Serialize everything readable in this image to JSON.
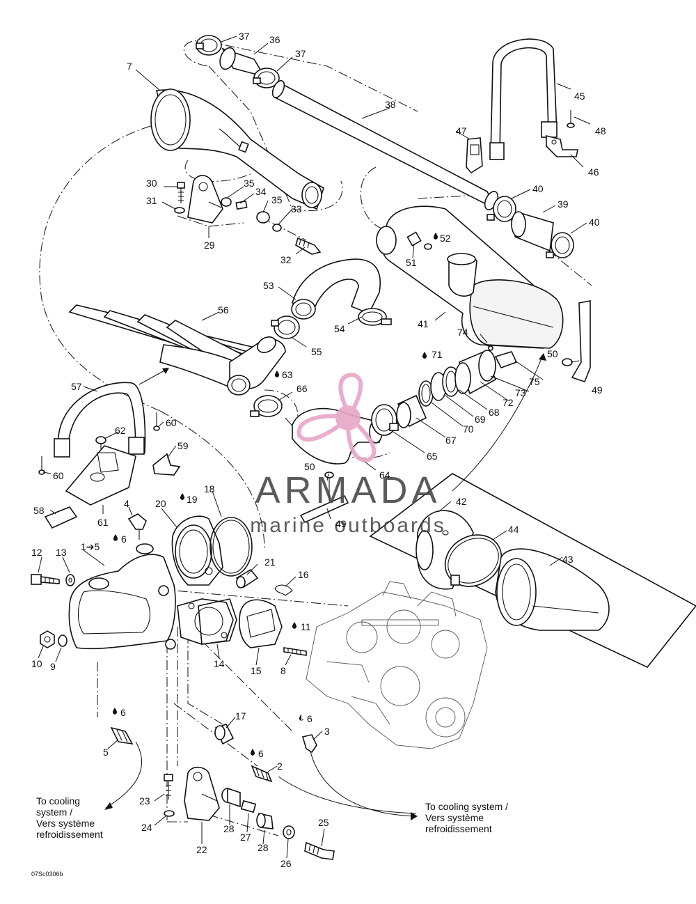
{
  "diagram": {
    "drawing_code": "07Sc0306b",
    "notes": {
      "left_line1": "To cooling",
      "left_line2": "system /",
      "left_line3": "Vers système",
      "left_line4": "refroidissement",
      "right_line1": "To cooling system /",
      "right_line2": "Vers système",
      "right_line3": "refroidissement"
    },
    "watermark": {
      "brand": "ARMADA",
      "tagline": "marine outboards",
      "logo_color": "#e8a6c8"
    },
    "labels": {
      "l1": "1➔5",
      "l2": "2",
      "l3": "3",
      "l4": "4",
      "l5": "5",
      "l6a": "6",
      "l6b": "6",
      "l6c": "6",
      "l6d": "6",
      "l7": "7",
      "l8": "8",
      "l9": "9",
      "l10": "10",
      "l11": "11",
      "l12": "12",
      "l13": "13",
      "l14": "14",
      "l15": "15",
      "l16": "16",
      "l17": "17",
      "l18": "18",
      "l19": "19",
      "l20": "20",
      "l21": "21",
      "l22": "22",
      "l23": "23",
      "l24": "24",
      "l25": "25",
      "l26": "26",
      "l27": "27",
      "l28a": "28",
      "l28b": "28",
      "l29": "29",
      "l30": "30",
      "l31": "31",
      "l32": "32",
      "l33": "33",
      "l34": "34",
      "l35a": "35",
      "l35b": "35",
      "l36": "36",
      "l37a": "37",
      "l37b": "37",
      "l38": "38",
      "l39": "39",
      "l40a": "40",
      "l40b": "40",
      "l41": "41",
      "l42": "42",
      "l43": "43",
      "l44": "44",
      "l45": "45",
      "l46": "46",
      "l47": "47",
      "l48": "48",
      "l49a": "49",
      "l49b": "49",
      "l50a": "50",
      "l50b": "50",
      "l51": "51",
      "l52": "52",
      "l53": "53",
      "l54": "54",
      "l55": "55",
      "l56": "56",
      "l57": "57",
      "l58": "58",
      "l59": "59",
      "l60a": "60",
      "l60b": "60",
      "l61": "61",
      "l62": "62",
      "l63": "63",
      "l64": "64",
      "l65": "65",
      "l66": "66",
      "l67": "67",
      "l68": "68",
      "l69": "69",
      "l70": "70",
      "l71": "71",
      "l72": "72",
      "l73": "73",
      "l74": "74",
      "l75": "75"
    }
  }
}
